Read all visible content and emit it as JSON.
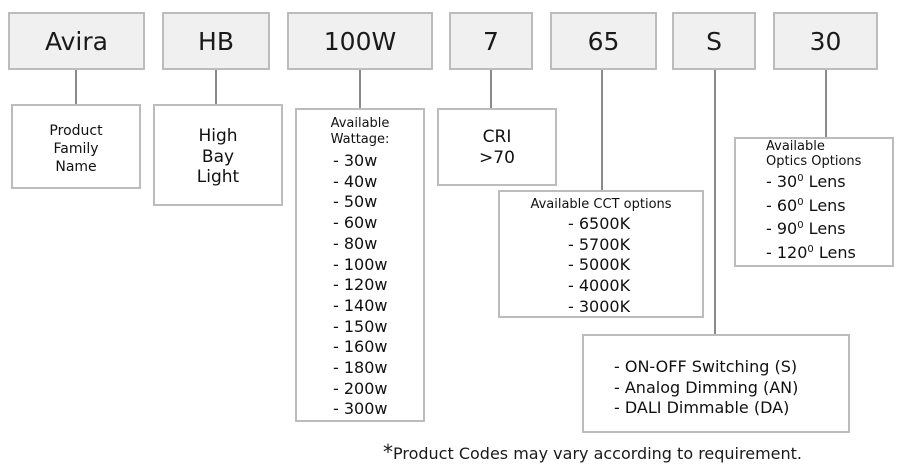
{
  "codes": [
    "Avira",
    "HB",
    "100W",
    "7",
    "65",
    "S",
    "30"
  ],
  "product_family": {
    "lines": [
      "Product",
      "Family",
      "Name"
    ]
  },
  "bay": {
    "lines": [
      "High",
      "Bay",
      "Light"
    ]
  },
  "wattage": {
    "heading": [
      "Available",
      "Wattage:"
    ],
    "items": [
      "- 30w",
      "- 40w",
      "- 50w",
      "- 60w",
      "- 80w",
      "- 100w",
      "- 120w",
      "- 140w",
      "- 150w",
      "- 160w",
      "- 180w",
      "- 200w",
      "- 300w"
    ]
  },
  "cri": {
    "lines": [
      "CRI",
      ">70"
    ]
  },
  "cct": {
    "heading": "Available CCT options",
    "items": [
      "- 6500K",
      "- 5700K",
      "- 5000K",
      "- 4000K",
      "- 3000K"
    ]
  },
  "switching": {
    "items": [
      "- ON-OFF Switching (S)",
      "- Analog Dimming (AN)",
      "- DALI Dimmable (DA)"
    ]
  },
  "optics": {
    "heading": [
      "Available",
      "Optics Options"
    ],
    "items": [
      {
        "prefix": "- 30",
        "sup": "0",
        "suffix": " Lens"
      },
      {
        "prefix": "- 60",
        "sup": "0",
        "suffix": " Lens"
      },
      {
        "prefix": "- 90",
        "sup": "0",
        "suffix": " Lens"
      },
      {
        "prefix": "- 120",
        "sup": "0",
        "suffix": " Lens"
      }
    ]
  },
  "footnote": {
    "star": "*",
    "text": "Product Codes may vary according to requirement."
  }
}
